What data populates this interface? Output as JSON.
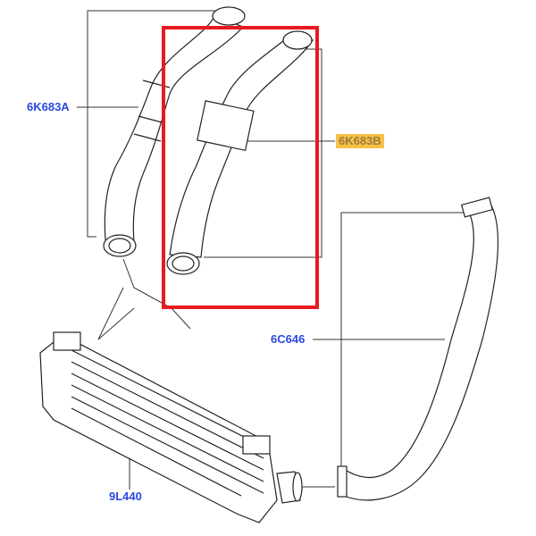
{
  "labels": {
    "part_a": "6K683A",
    "part_b": "6K683B",
    "part_c": "6C646",
    "part_d": "9L440"
  },
  "colors": {
    "label": "#2a48e0",
    "highlight_bg": "#f6c146",
    "highlight_text": "#a07a3c",
    "selection_box": "#e8191f"
  }
}
